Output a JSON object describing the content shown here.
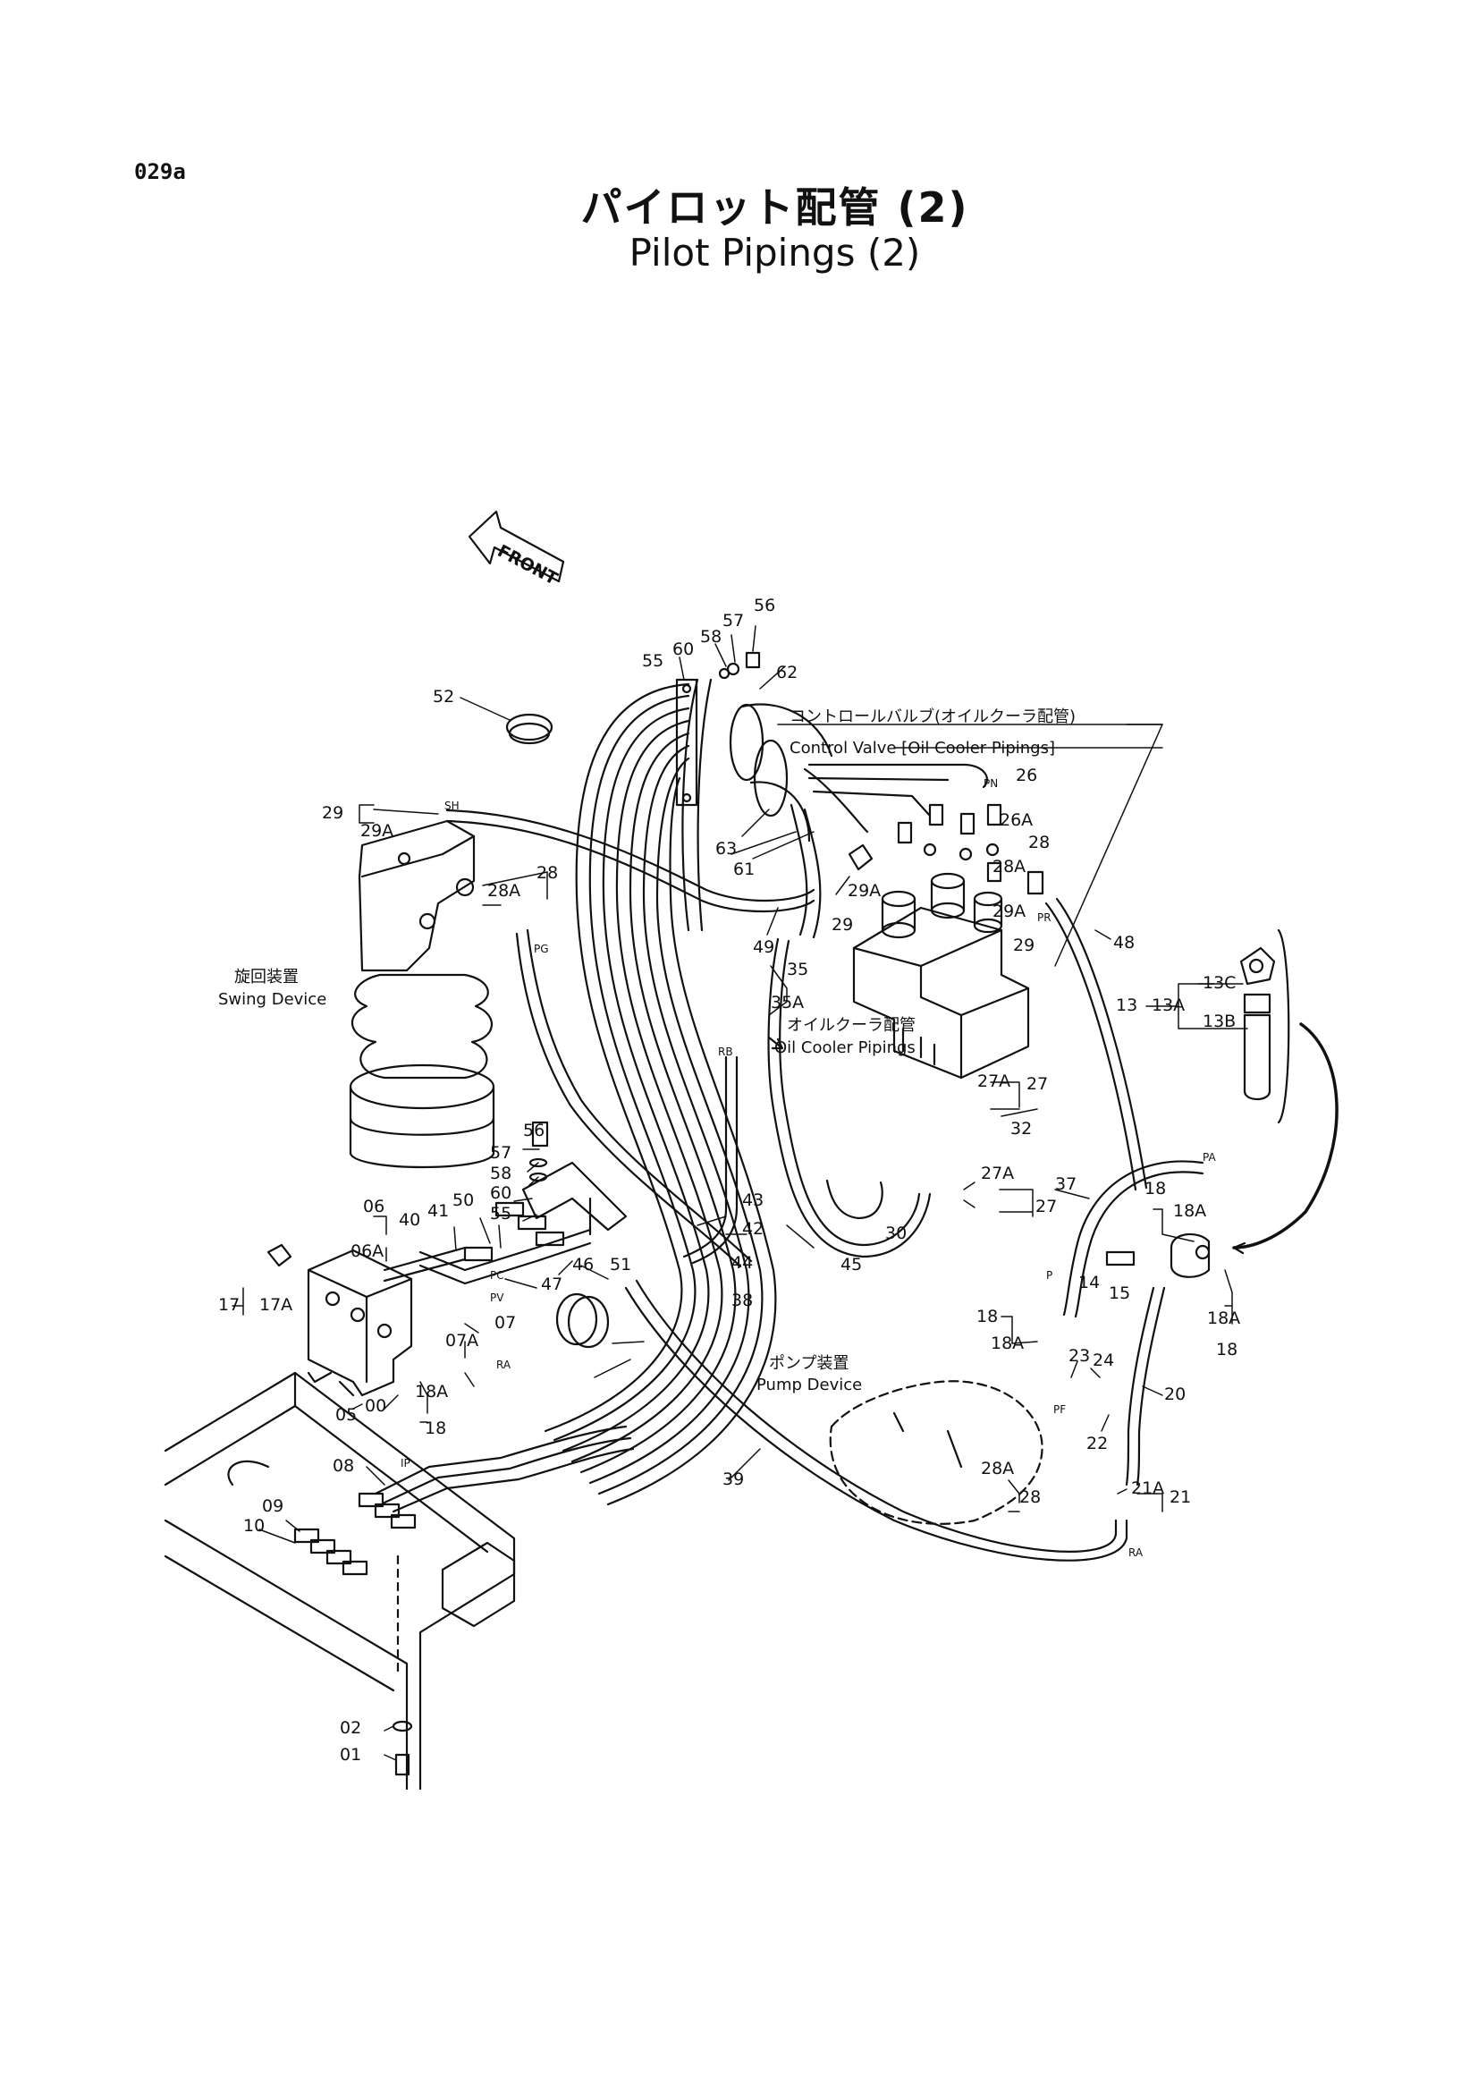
{
  "page_id": "029a",
  "title_jp": "パイロット配管 (2)",
  "title_en": "Pilot Pipings (2)",
  "front_label": "FRONT",
  "captions": {
    "control_valve_jp": "コントロールバルブ(オイルクーラ配管)",
    "control_valve_en": "Control Valve [Oil Cooler Pipings]",
    "swing_jp": "旋回装置",
    "swing_en": "Swing Device",
    "oil_cooler_jp": "オイルクーラ配管",
    "oil_cooler_en": "Oil Cooler Pipings",
    "pump_jp": "ポンプ装置",
    "pump_en": "Pump Device"
  },
  "port_labels": {
    "sh": "SH",
    "pg": "PG",
    "rb": "RB",
    "pa": "PA",
    "pf": "PF",
    "ra1": "RA",
    "ra2": "RA",
    "pr": "PR",
    "pn": "PN",
    "p": "P",
    "ip": "IP",
    "pv": "PV",
    "pc": "PC"
  },
  "part_numbers": {
    "p56a": "56",
    "p57a": "57",
    "p58a": "58",
    "p60a": "60",
    "p55a": "55",
    "p62": "62",
    "p52": "52",
    "p29a": "29",
    "p29A_a": "29A",
    "p28a": "28",
    "p28A_a": "28A",
    "p26": "26",
    "p26A": "26A",
    "p28b": "28",
    "p28A_b": "28A",
    "p29A_b": "29A",
    "p29b": "29",
    "p29c": "29",
    "p29A_c": "29A",
    "p63": "63",
    "p61": "61",
    "p48": "48",
    "p13": "13",
    "p13A": "13A",
    "p13C": "13C",
    "p13B": "13B",
    "p49": "49",
    "p35": "35",
    "p35A": "35A",
    "p27A_a": "27A",
    "p27a": "27",
    "p32": "32",
    "p56b": "56",
    "p57b": "57",
    "p58b": "58",
    "p60b": "60",
    "p55b": "55",
    "p06": "06",
    "p06A": "06A",
    "p40": "40",
    "p41": "41",
    "p50": "50",
    "p46": "46",
    "p51": "51",
    "p47": "47",
    "p07": "07",
    "p07A": "07A",
    "p17": "17",
    "p17A": "17A",
    "p18A_a": "18A",
    "p18a": "18",
    "p05": "05",
    "p00": "00",
    "p43": "43",
    "p42": "42",
    "p44": "44",
    "p38": "38",
    "p45": "45",
    "p30": "30",
    "p27A_b": "27A",
    "p27b": "27",
    "p37": "37",
    "p18b": "18",
    "p18A_b": "18A",
    "p14": "14",
    "p15": "15",
    "p18A_c": "18A",
    "p18c": "18",
    "p18d": "18",
    "p18A_d": "18A",
    "p23": "23",
    "p24": "24",
    "p20": "20",
    "p22": "22",
    "p28A_c": "28A",
    "p28c": "28",
    "p21A": "21A",
    "p21": "21",
    "p39": "39",
    "p08": "08",
    "p09": "09",
    "p10": "10",
    "p02": "02",
    "p01": "01"
  }
}
